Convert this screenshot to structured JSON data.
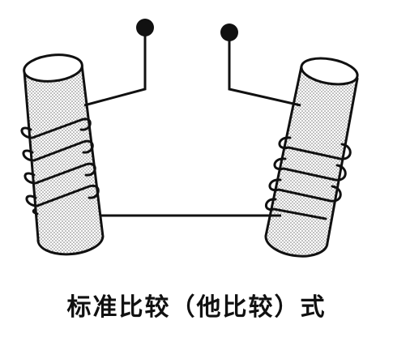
{
  "caption": "标准比较（他比较）式",
  "colors": {
    "ink": "#111111",
    "stipple": "#8a8a8a",
    "paper": "#ffffff"
  },
  "components": {
    "left_rod": "left-magnet-rod",
    "right_rod": "right-magnet-rod",
    "left_terminal": "left-terminal",
    "right_terminal": "right-terminal",
    "connecting_wire": "connecting-wire"
  }
}
